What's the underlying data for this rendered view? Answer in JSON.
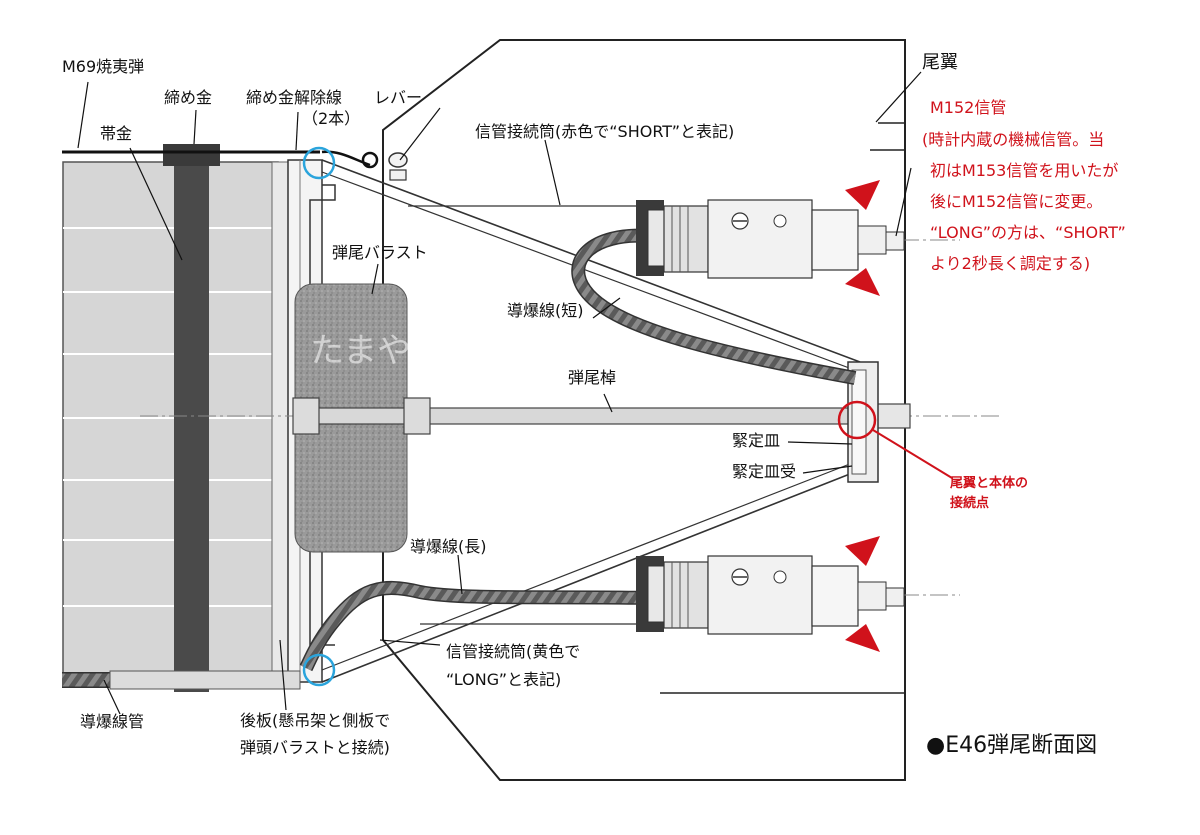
{
  "labels": {
    "m69": "M69焼夷弾",
    "band": "帯金",
    "clamp": "締め金",
    "release_wire": "締め金解除線",
    "release_wire_count": "（2本）",
    "lever": "レバー",
    "fuze_tube_short": "信管接続筒(赤色で“SHORT”と表記)",
    "tail_ballast": "弾尾バラスト",
    "watermark": "たまや",
    "det_cord_short": "導爆線(短)",
    "tail_rod": "弾尾棹",
    "lock_plate": "緊定皿",
    "lock_plate_seat": "緊定皿受",
    "det_cord_long": "導爆線(長)",
    "fuze_tube_long_1": "信管接続筒(黄色で",
    "fuze_tube_long_2": "“LONG”と表記)",
    "det_cord_pipe": "導爆線管",
    "back_plate_1": "後板(懸吊架と側板で",
    "back_plate_2": "弾頭バラストと接続)",
    "tail_fin": "尾翼",
    "fuze_title": "M152信管",
    "fuze_note_1": "(時計内蔵の機械信管。当",
    "fuze_note_2": "初はM153信管を用いたが",
    "fuze_note_3": "後にM152信管に変更。",
    "fuze_note_4": "“LONG”の方は、“SHORT”",
    "fuze_note_5": "より2秒長く調定する)",
    "joint_1": "尾翼と本体の",
    "joint_2": "接続点",
    "figure_title": "●E46弾尾断面図"
  },
  "colors": {
    "annotation_red": "#d0121b",
    "highlight_blue": "#2aa4dc",
    "bomblet_gray": "#d3d3d3",
    "band_dark": "#4a4a4a"
  }
}
